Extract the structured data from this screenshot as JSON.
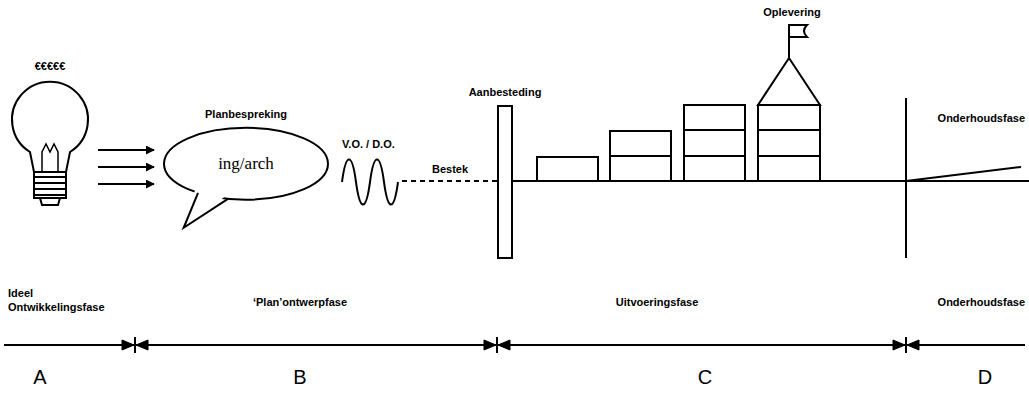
{
  "diagram": {
    "nodes": [
      {
        "text": [
          "€€€€€"
        ]
      },
      {
        "text": [
          "Planbespreking",
          "ing/arch"
        ]
      }
    ],
    "edges": [
      {
        "from": 0,
        "to": 1,
        "arrow": "to"
      },
      {
        "from": 0,
        "to": 1,
        "arrow": "to"
      },
      {
        "from": 0,
        "to": 1,
        "arrow": "to"
      }
    ],
    "labels": [
      "V.O. / D.O.",
      "Bestek",
      "Aanbesteding",
      "Oplevering",
      "Onderhoudsfase",
      "Ideel Ontwikkelingsfase",
      "‘Plan’ontwerpfase",
      "Uitvoeringsfase",
      "Onderhoudsfase",
      "A",
      "B",
      "C",
      "D"
    ]
  }
}
